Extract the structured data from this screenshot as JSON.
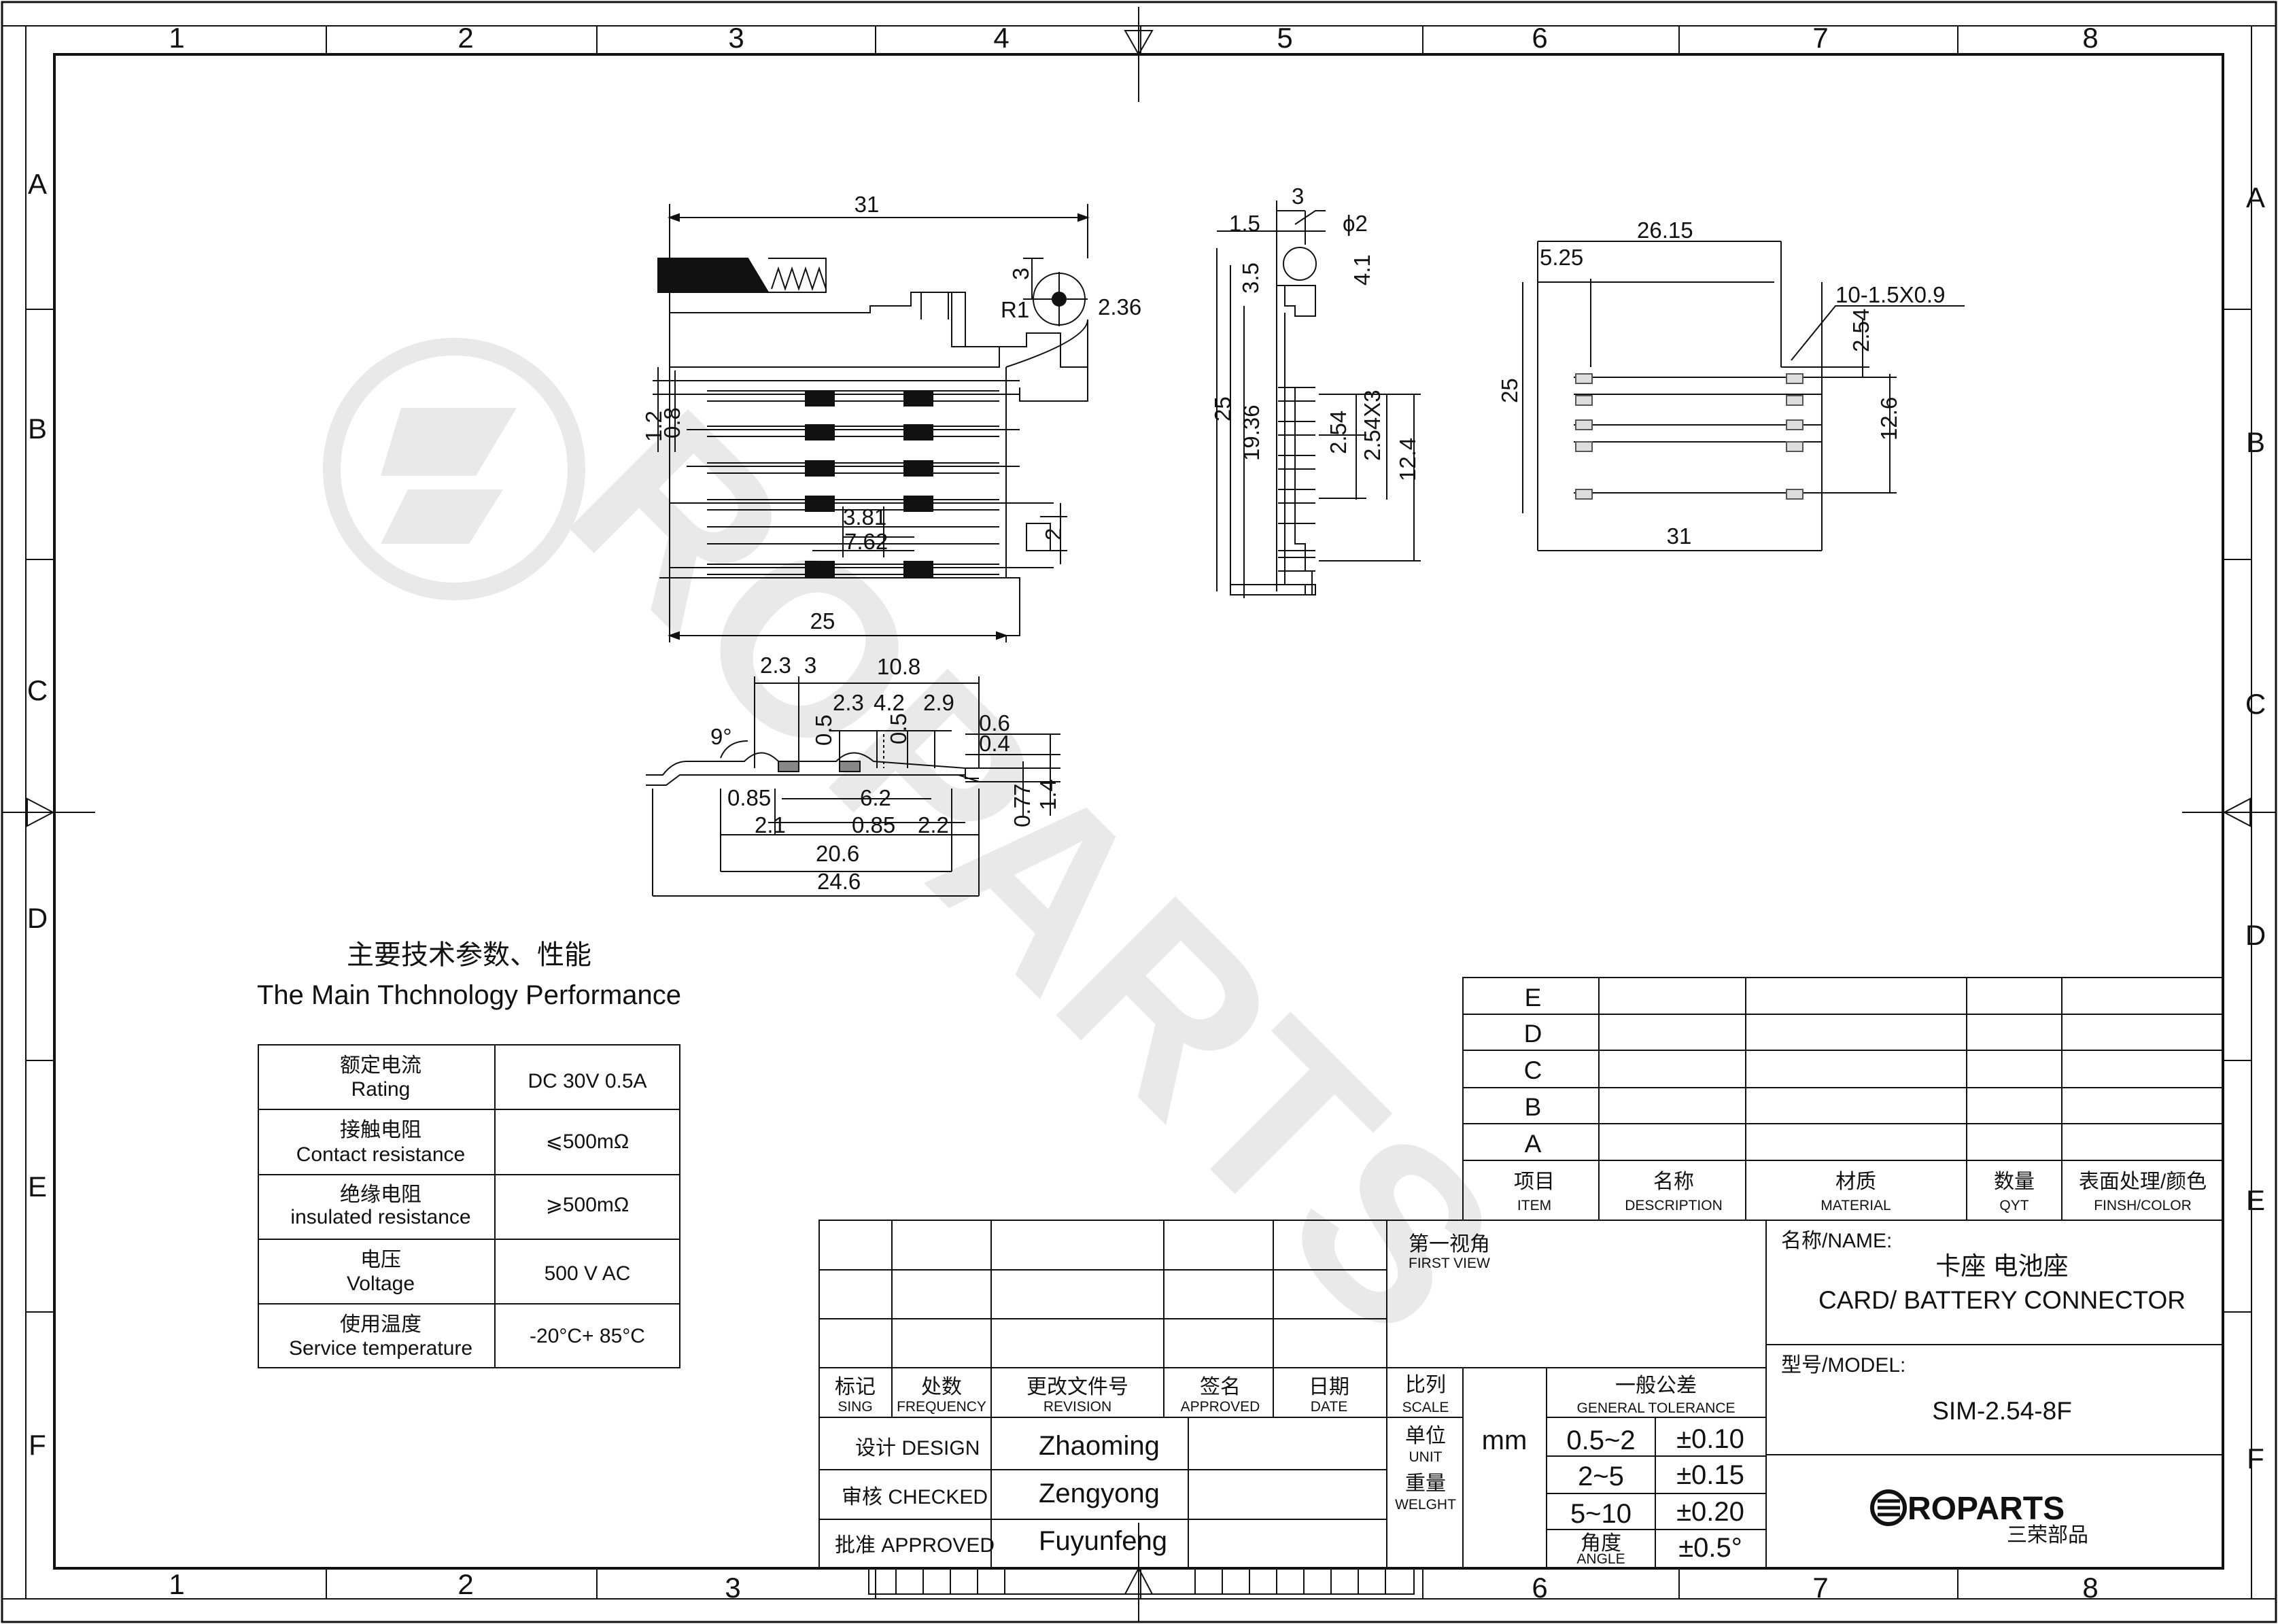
{
  "zones": {
    "columns": [
      "1",
      "2",
      "3",
      "4",
      "5",
      "6",
      "7",
      "8"
    ],
    "rows": [
      "A",
      "B",
      "C",
      "D",
      "E",
      "F"
    ]
  },
  "drawing": {
    "top_view_dims": {
      "overall_width": "31",
      "spring_height": "3",
      "radius": "R1",
      "pin_offset": "2.36",
      "left_a": "1.2",
      "left_b": "0.8",
      "pitch_small": "3.81",
      "pitch_large": "7.62",
      "height_small": "2",
      "bottom_width": "25"
    },
    "side_view_dims": {
      "d_1_5": "1.5",
      "d_3": "3",
      "phi2": "ϕ2",
      "d_4_1": "4.1",
      "d_3_5": "3.5",
      "d_25": "25",
      "d_19_36": "19.36",
      "d_2_54": "2.54",
      "d_2_54x3": "2.54X3",
      "d_12_4": "12.4"
    },
    "footprint_dims": {
      "d_26_15": "26.15",
      "d_5_25": "5.25",
      "pads": "10-1.5X0.9",
      "d_2_54": "2.54",
      "d_12_6": "12.6",
      "d_25": "25",
      "d_31": "31"
    },
    "section_dims": {
      "d_2_3": "2.3",
      "d_3": "3",
      "d_10_8": "10.8",
      "d_2_3b": "2.3",
      "d_4_2": "4.2",
      "d_2_9": "2.9",
      "d_0_6": "0.6",
      "d_0_4": "0.4",
      "d_0_5a": "0.5",
      "d_0_5b": "0.5",
      "angle": "9°",
      "d_0_85a": "0.85",
      "d_6_2": "6.2",
      "d_2_1": "2.1",
      "d_0_85b": "0.85",
      "d_2_2": "2.2",
      "d_0_77": "0.77",
      "d_1_4": "1.4",
      "d_20_6": "20.6",
      "d_24_6": "24.6"
    }
  },
  "performance": {
    "title_cn": "主要技术参数、性能",
    "title_en": "The Main Thchnology Performance",
    "rows": [
      {
        "cn": "额定电流",
        "en": "Rating",
        "value": "DC 30V 0.5A"
      },
      {
        "cn": "接触电阻",
        "en": "Contact resistance",
        "value": "⩽500mΩ"
      },
      {
        "cn": "绝缘电阻",
        "en": "insulated resistance",
        "value": "⩾500mΩ"
      },
      {
        "cn": "电压",
        "en": "Voltage",
        "value": "500 V AC"
      },
      {
        "cn": "使用温度",
        "en": "Service temperature",
        "value": "-20°C+ 85°C"
      }
    ]
  },
  "bom": {
    "rows": [
      "E",
      "D",
      "C",
      "B",
      "A"
    ],
    "headers": [
      {
        "cn": "项目",
        "en": "ITEM"
      },
      {
        "cn": "名称",
        "en": "DESCRIPTION"
      },
      {
        "cn": "材质",
        "en": "MATERIAL"
      },
      {
        "cn": "数量",
        "en": "QYT"
      },
      {
        "cn": "表面处理/颜色",
        "en": "FINSH/COLOR"
      }
    ]
  },
  "title_block": {
    "revision_headers": [
      {
        "cn": "标记",
        "en": "SING"
      },
      {
        "cn": "处数",
        "en": "FREQUENCY"
      },
      {
        "cn": "更改文件号",
        "en": "REVISION"
      },
      {
        "cn": "签名",
        "en": "APPROVED"
      },
      {
        "cn": "日期",
        "en": "DATE"
      }
    ],
    "first_view_cn": "第一视角",
    "first_view_en": "FIRST VIEW",
    "design_label": "设计 DESIGN",
    "design_name": "Zhaoming",
    "checked_label": "审核 CHECKED",
    "checked_name": "Zengyong",
    "approved_label": "批准 APPROVED",
    "approved_name": "Fuyunfeng",
    "scale_cn": "比列",
    "scale_en": "SCALE",
    "unit_cn": "单位",
    "unit_en": "UNIT",
    "unit_value": "mm",
    "weight_cn": "重量",
    "weight_en": "WELGHT",
    "tolerance_cn": "一般公差",
    "tolerance_en": "GENERAL TOLERANCE",
    "tolerances": [
      {
        "range": "0.5~2",
        "value": "±0.10"
      },
      {
        "range": "2~5",
        "value": "±0.15"
      },
      {
        "range": "5~10",
        "value": "±0.20"
      }
    ],
    "angle_cn": "角度",
    "angle_en": "ANGLE",
    "angle_value": "±0.5°",
    "name_label": "名称/NAME:",
    "name_cn": "卡座 电池座",
    "name_en": "CARD/ BATTERY CONNECTOR",
    "model_label": "型号/MODEL:",
    "model_value": "SIM-2.54-8F",
    "logo_text": "ROPARTS",
    "logo_sub": "三荣部品",
    "watermark": "ROPARTS"
  }
}
